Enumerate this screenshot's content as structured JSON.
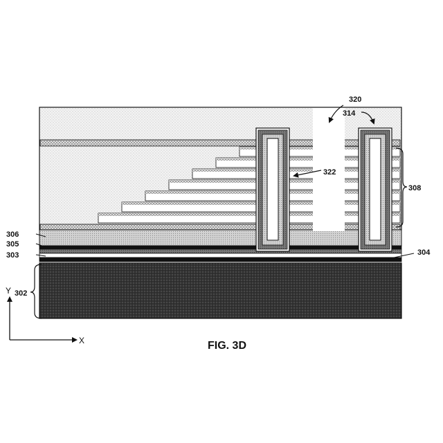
{
  "figure": {
    "title": "FIG. 3D"
  },
  "axes": {
    "x_label": "X",
    "y_label": "Y"
  },
  "labels": {
    "l302": "302",
    "l303": "303",
    "l304": "304",
    "l305": "305",
    "l306": "306",
    "l308": "308",
    "l314": "314",
    "l320": "320",
    "l322": "322"
  },
  "colors": {
    "line": "#111111",
    "substrate": "#2a2a2a",
    "fill_light": "#f1f1f1",
    "fill_medium": "#cfcfcf",
    "fill_dark": "#555555"
  }
}
